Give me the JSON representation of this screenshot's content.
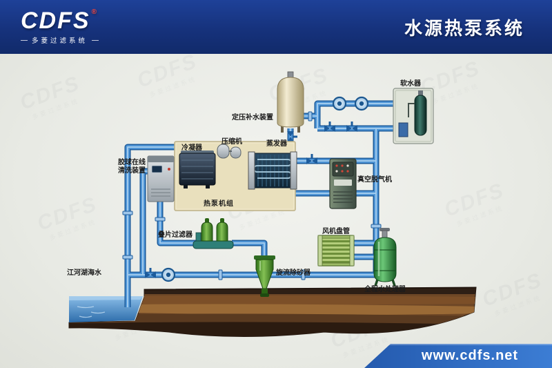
{
  "header": {
    "logo_text": "CDFS",
    "logo_reg": "®",
    "logo_sub": "多菱过滤系统",
    "title": "水源热泵系统"
  },
  "watermark": {
    "main": "CDFS",
    "sub": "多菱过滤系统"
  },
  "diagram": {
    "labels": {
      "expansion_tank": "定压补水装置",
      "softener": "软水器",
      "ball_cleaner": "胶球在线清洗装置",
      "condenser": "冷凝器",
      "compressor": "压缩机",
      "evaporator": "蒸发器",
      "heat_pump_unit": "热泵机组",
      "vacuum_degasser": "真空脱气机",
      "fan_coil": "风机盘管",
      "water_processor": "全程水处理器",
      "disc_filter": "叠片过滤器",
      "cyclone_desander": "旋流除砂器",
      "water_source": "江河湖海水"
    },
    "colors": {
      "header_blue": "#16327c",
      "pipe_dark": "#1d5c9c",
      "pipe_mid": "#4f95d6",
      "pipe_light": "#a9cff0",
      "ribbon_blue": "#3c7dd4",
      "equipment_green": "#4ea84e",
      "unit_beige": "#e9e0bd"
    }
  },
  "footer": {
    "url": "www.cdfs.net"
  }
}
